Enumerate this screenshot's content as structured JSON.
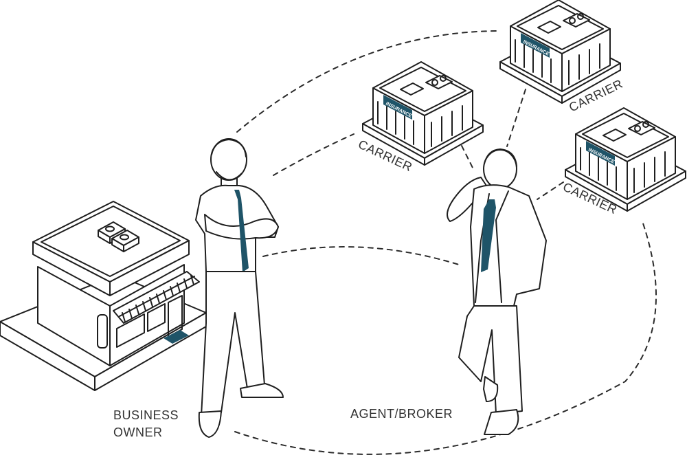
{
  "colors": {
    "accent": "#1f5468",
    "ink": "#1e1e1e",
    "background": "#ffffff"
  },
  "labels": {
    "business_owner": [
      "BUSINESS",
      "OWNER"
    ],
    "agent_broker": "AGENT/BROKER",
    "carrier_left": "CARRIER",
    "carrier_top": "CARRIER",
    "carrier_right": "CARRIER"
  },
  "signs": {
    "carrier_left": "INSURANCE",
    "carrier_top": "INSURANCE",
    "carrier_right": "INSURANCE"
  }
}
